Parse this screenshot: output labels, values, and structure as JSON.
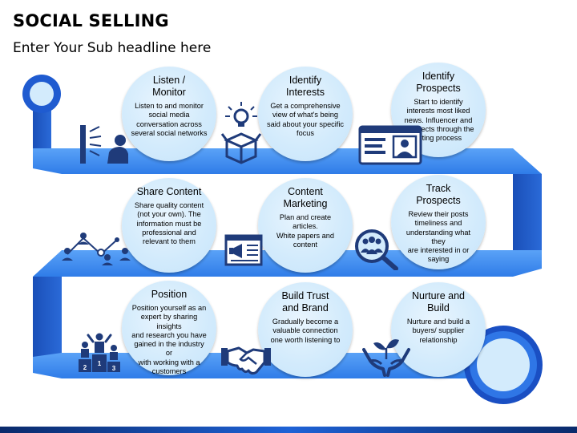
{
  "slide": {
    "title": "SOCIAL SELLING",
    "subtitle": "Enter Your Sub headline here"
  },
  "colors": {
    "band": "#3f8ef0",
    "band_dark": "#1e56c4",
    "circle_fill": "#d3ebfc",
    "icon": "#1f3b7a"
  },
  "steps": [
    {
      "title": "Listen /\nMonitor",
      "desc": "Listen to and monitor\nsocial media\nconversation across\nseveral social networks",
      "icon": "listening-person-icon"
    },
    {
      "title": "Identify\nInterests",
      "desc": "Get a comprehensive\nview of what's being\nsaid about your specific\nfocus",
      "icon": "idea-box-icon"
    },
    {
      "title": "Identify\nProspects",
      "desc": "Start to identify\ninterests most liked\nnews. Influencer and\nprospects through the\nlisting process",
      "icon": "id-card-icon"
    },
    {
      "title": "Share Content",
      "desc": "Share quality content\n(not your own). The\ninformation must be\nprofessional and\nrelevant to them",
      "icon": "network-graph-icon"
    },
    {
      "title": "Content\nMarketing",
      "desc": "Plan and create articles.\nWhite papers and\ncontent",
      "icon": "newspaper-megaphone-icon"
    },
    {
      "title": "Track\nProspects",
      "desc": "Review their posts\ntimeliness and\nunderstanding what they\nare interested in or saying",
      "icon": "magnifier-people-icon"
    },
    {
      "title": "Position",
      "desc": "Position yourself as an\nexpert by sharing insights\nand research you have\ngained in the industry or\nwith working with a\ncustomers",
      "icon": "podium-icon"
    },
    {
      "title": "Build Trust\nand Brand",
      "desc": "Gradually become a\nvaluable connection\none worth listening to",
      "icon": "handshake-icon"
    },
    {
      "title": "Nurture and\nBuild",
      "desc": "Nurture and build a\nbuyers/ supplier\nrelationship",
      "icon": "hands-plant-icon"
    }
  ],
  "podium_numbers": [
    "2",
    "1",
    "3"
  ]
}
